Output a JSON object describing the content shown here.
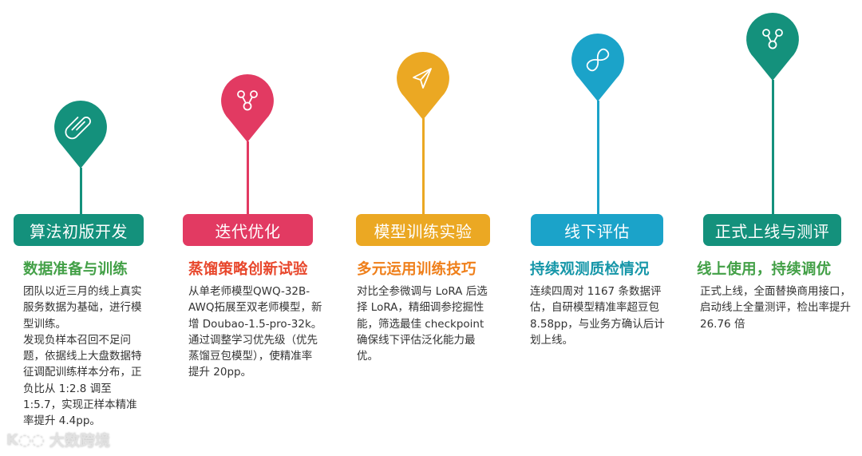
{
  "colors": {
    "teal": "#14917c",
    "pink": "#e23a62",
    "orange": "#eba823",
    "blue": "#1ba3c9",
    "green_text": "#43a047",
    "red_text": "#e8472c",
    "orange_text": "#ef7f1a",
    "blue_text": "#1596a8",
    "body_text": "#333333"
  },
  "stages": [
    {
      "icon": "paperclip-icon",
      "label": "算法初版开发",
      "subtitle": "数据准备与训练",
      "description": [
        "团队以近三月的线上真实服务数据为基础，进行模型训练。",
        "发现负样本召回不足问题，依据线上大盘数据特征调配训练样本分布，正负比从 1:2.8 调至 1:5.7，实现正样本精准率提升 4.4pp。"
      ]
    },
    {
      "icon": "share-nodes-icon",
      "label": "迭代优化",
      "subtitle": "蒸馏策略创新试验",
      "description": [
        "从单老师模型QWQ-32B-AWQ拓展至双老师模型，新增 Doubao-1.5-pro-32k。",
        "通过调整学习优先级（优先蒸馏豆包模型），使精准率提升 20pp。"
      ]
    },
    {
      "icon": "paper-plane-icon",
      "label": "模型训练实验",
      "subtitle": "多元运用训练技巧",
      "description": [
        "对比全参微调与 LoRA 后选择 LoRA，精细调参挖掘性能，筛选最佳 checkpoint 确保线下评估泛化能力最优。"
      ]
    },
    {
      "icon": "infinity-icon",
      "label": "线下评估",
      "subtitle": "持续观测质检情况",
      "description": [
        "连续四周对 1167 条数据评估，自研模型精准率超豆包 8.58pp，与业务方确认后计划上线。"
      ]
    },
    {
      "icon": "share-nodes-icon",
      "label": "正式上线与测评",
      "subtitle": "线上使用，持续调优",
      "description": [
        "正式上线，全面替换商用接口，启动线上全量测评，检出率提升26.76 倍"
      ]
    }
  ],
  "watermark": {
    "logo_text": "K◌◌",
    "text": "大数跨境"
  }
}
